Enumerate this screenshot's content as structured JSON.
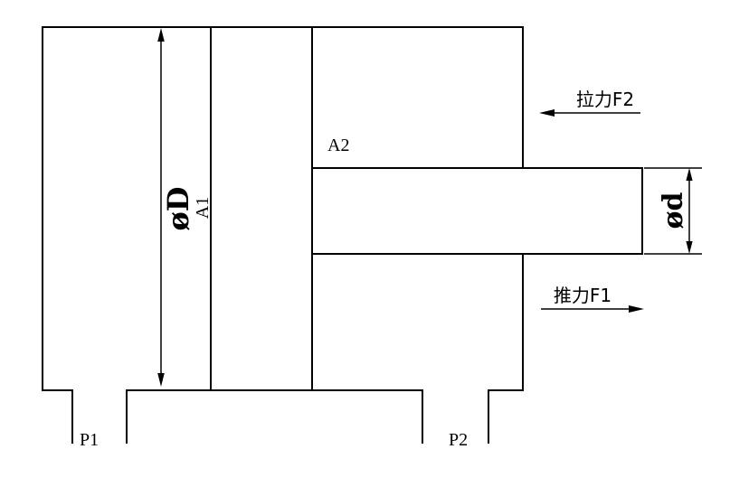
{
  "diagram": {
    "colors": {
      "line": "#000000",
      "background": "#ffffff"
    },
    "labels": {
      "bore_diameter": "øD",
      "piston_area": "A1",
      "annulus_area": "A2",
      "rod_diameter": "ød",
      "pull_force": "拉力F2",
      "push_force": "推力F1",
      "port_1": "P1",
      "port_2": "P2"
    }
  }
}
